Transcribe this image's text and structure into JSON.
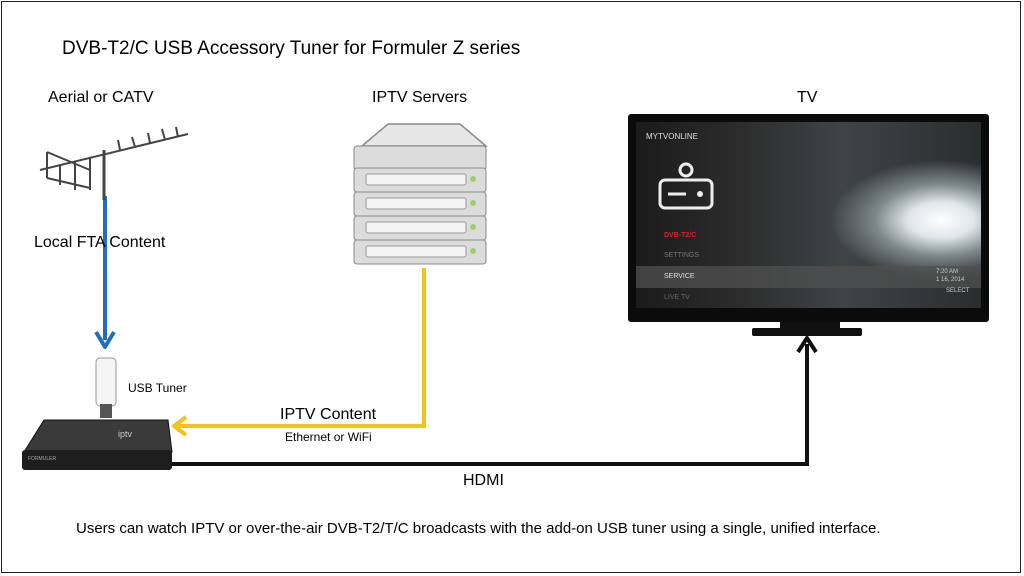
{
  "title": "DVB-T2/C USB Accessory Tuner for Formuler Z series",
  "labels": {
    "aerial": "Aerial or CATV",
    "iptv_servers": "IPTV Servers",
    "tv": "TV",
    "local_fta": "Local FTA Content",
    "usb_tuner": "USB Tuner",
    "iptv_content": "IPTV Content",
    "ethernet_wifi": "Ethernet or WiFi",
    "hdmi": "HDMI"
  },
  "device": {
    "brand": "iptv",
    "maker": "FORMULER"
  },
  "tv_screen": {
    "app_name": "MYTVONLINE",
    "menu_items": [
      "DVB-T2/C",
      "SETTINGS",
      "SERVICE",
      "LIVE TV"
    ],
    "time": "7:20 AM",
    "date": "1 16, 2014",
    "select_hint": "SELECT"
  },
  "footer_note": "Users can watch IPTV or over-the-air DVB-T2/T/C broadcasts with the add-on USB tuner using a single, unified interface.",
  "colors": {
    "aerial_link": "#1f6fc0",
    "iptv_link": "#f0c419",
    "hdmi_link": "#111111",
    "menu_highlight": "#d8232a"
  }
}
